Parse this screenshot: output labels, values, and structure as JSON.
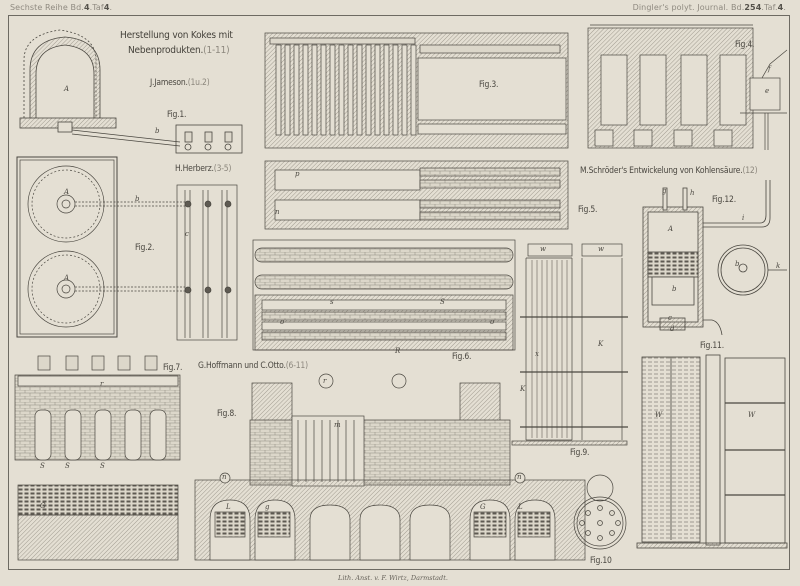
{
  "header": {
    "left_prefix": "Sechste Reihe Bd.",
    "left_volume": "4",
    "left_plate_prefix": ".Taf",
    "left_plate": "4",
    "right_prefix": "Dingler's polyt. Journal. Bd.",
    "right_volume": "254",
    "right_plate_prefix": ".Taf.",
    "right_plate": "4"
  },
  "plate": {
    "title_line1": "Herstellung von Kokes mit",
    "title_line2": "Nebenprodukten.",
    "title_ref": "(1-11)"
  },
  "sections": [
    {
      "author": "J.Jameson.",
      "ref": "(1u.2)"
    },
    {
      "author": "H.Herberz.",
      "ref": "(3-5)"
    },
    {
      "author": "M.Schröder's Entwickelung von Kohlensäure.",
      "ref": "(12)"
    },
    {
      "author": "G.Hoffmann und C.Otto.",
      "ref": "(6-11)"
    }
  ],
  "figures": {
    "fig1": "Fig.1.",
    "fig2": "Fig.2.",
    "fig3": "Fig.3.",
    "fig4": "Fig.4.",
    "fig5": "Fig.5.",
    "fig6": "Fig.6.",
    "fig7": "Fig.7.",
    "fig8": "Fig.8.",
    "fig9": "Fig.9.",
    "fig10": "Fig.10",
    "fig11": "Fig.11.",
    "fig12": "Fig.12."
  },
  "letters": {
    "A": "A",
    "b": "b",
    "c": "c",
    "d": "d",
    "e": "e",
    "f": "f",
    "g": "g",
    "h": "h",
    "i": "i",
    "k": "k",
    "K": "K",
    "W": "W",
    "w": "w",
    "S": "S",
    "s": "s",
    "o": "o",
    "m": "m",
    "r": "r",
    "R": "R",
    "L": "L",
    "G": "G",
    "n": "n",
    "p": "p",
    "x": "x"
  },
  "imprint": "Lith. Anst. v. F. Wirtz, Darmstadt.",
  "colors": {
    "paper": "#e4dfd3",
    "ink": "#4a4740",
    "hatch": "#9c978c",
    "faded_ref": "#8c877d"
  }
}
